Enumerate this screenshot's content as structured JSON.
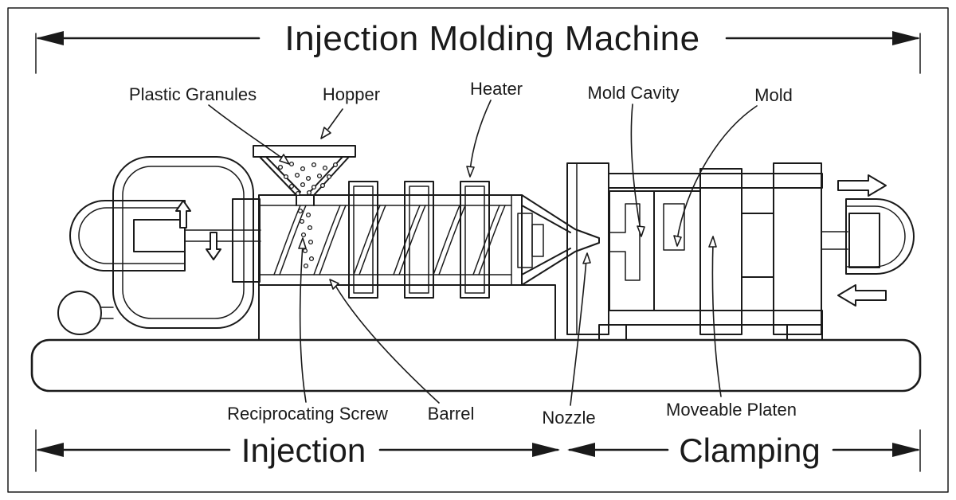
{
  "title": "Injection Molding Machine",
  "part_labels": {
    "plastic_granules": "Plastic Granules",
    "hopper": "Hopper",
    "heater": "Heater",
    "mold_cavity": "Mold Cavity",
    "mold": "Mold",
    "reciprocating_screw": "Reciprocating Screw",
    "barrel": "Barrel",
    "nozzle": "Nozzle",
    "moveable_platen": "Moveable Platen"
  },
  "sections": {
    "injection": "Injection",
    "clamping": "Clamping"
  },
  "colors": {
    "ink": "#1a1a1a",
    "background": "#ffffff"
  },
  "icons": {
    "dimension_arrow": "solid double-headed arrow",
    "leader_arrow": "open arrowhead",
    "motion_arrow": "hollow block arrow"
  }
}
